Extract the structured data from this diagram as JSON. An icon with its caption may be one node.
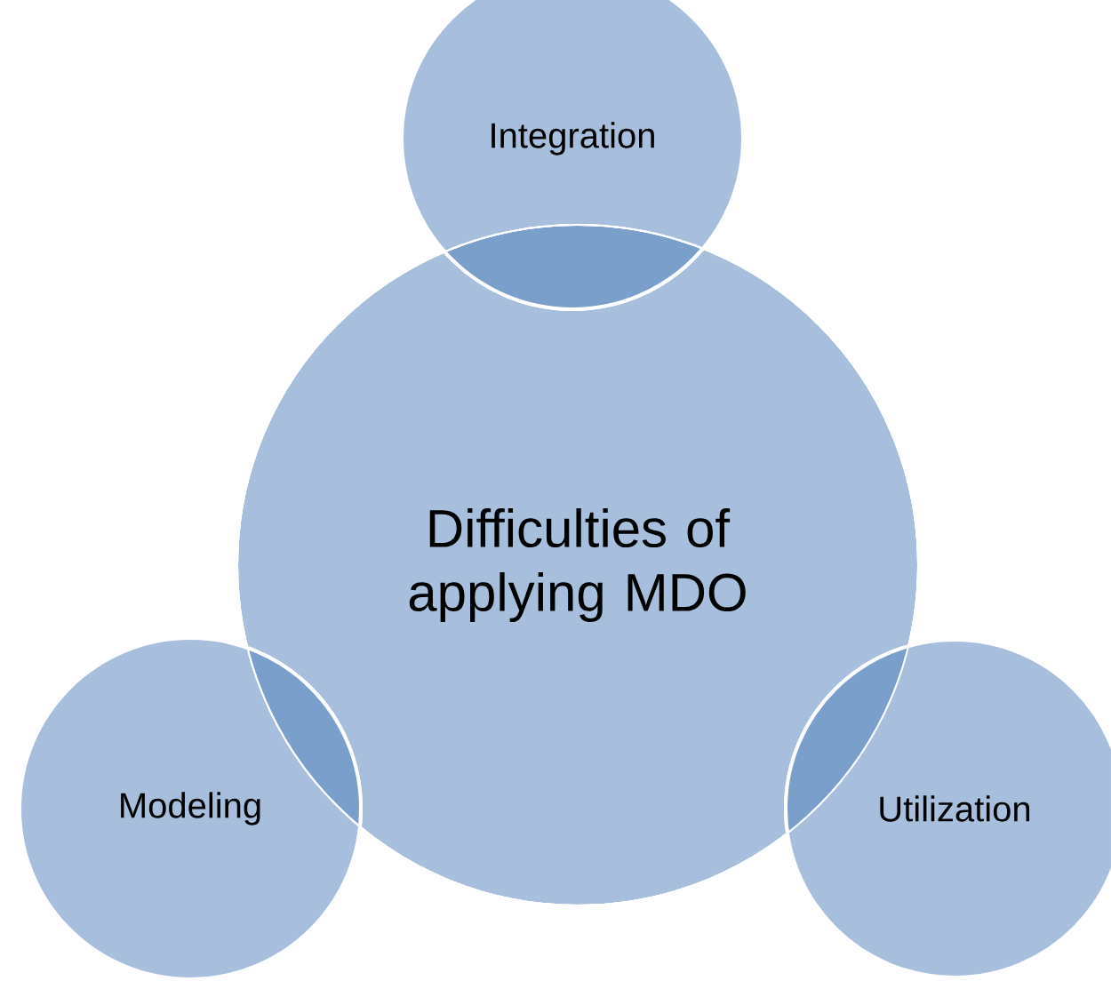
{
  "diagram": {
    "nodes": [
      {
        "text": [
          "Integration"
        ]
      },
      {
        "text": [
          "Difficulties of applying MDO"
        ]
      },
      {
        "text": [
          "Modeling"
        ]
      },
      {
        "text": [
          "Utilization"
        ]
      }
    ]
  }
}
